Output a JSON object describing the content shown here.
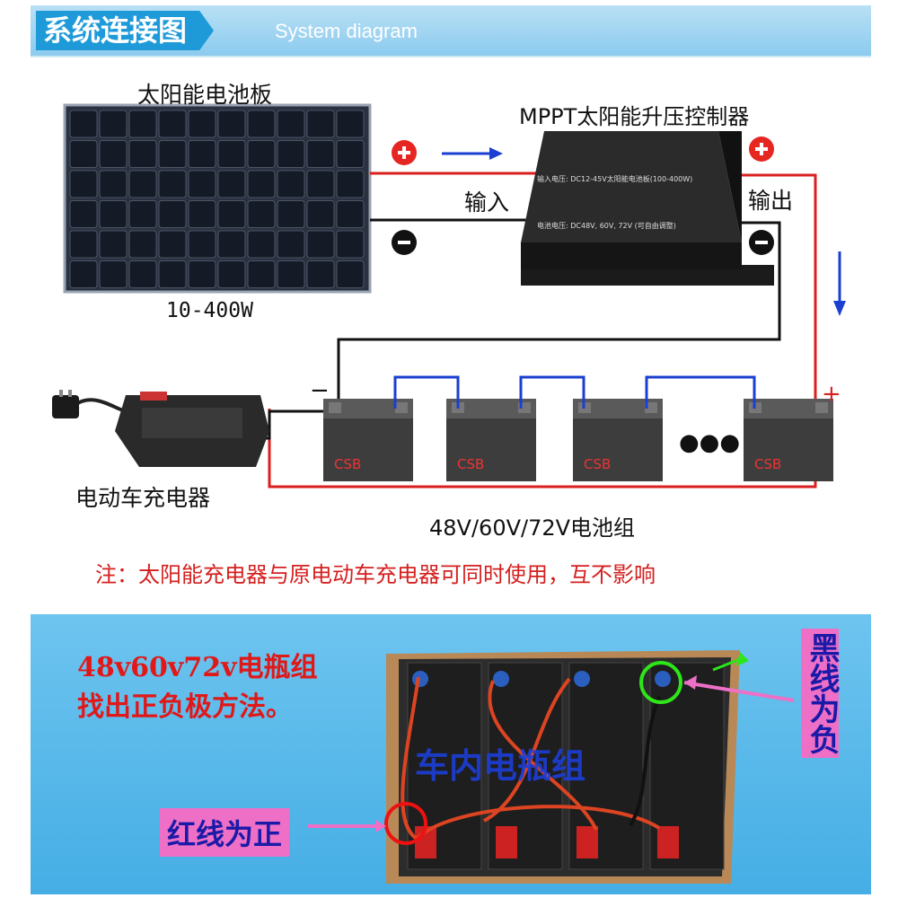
{
  "header": {
    "title": "系统连接图",
    "subtitle": "System diagram"
  },
  "diagram": {
    "solar_panel_label": "太阳能电池板",
    "solar_panel_power": "10-400W",
    "controller_label": "MPPT太阳能升压控制器",
    "controller_face_line1": "输入电压: DC12-45V太阳能电池板(100-400W)",
    "controller_face_line2": "电池电压: DC48V, 60V, 72V (可自由调整)",
    "input_label": "输入",
    "output_label": "输出",
    "charger_label": "电动车充电器",
    "battery_group_label": "48V/60V/72V电池组",
    "battery_brand": "CSB",
    "minus_sign": "−",
    "plus_sign": "+",
    "ellipsis": "●●●"
  },
  "note": "注：太阳能充电器与原电动车充电器可同时使用，互不影响",
  "lower": {
    "title_line1": "48v60v72v电瓶组",
    "title_line2": "找出正负极方法。",
    "center_label": "车内电瓶组",
    "black_wire_note": "黑线为负",
    "red_wire_note": "红线为正"
  },
  "colors": {
    "accent": "#1f9ad9",
    "red_wire": "#d9201f",
    "black_wire": "#111111",
    "blue_link": "#1b3fd1",
    "sign_bg": "#ee6fc6"
  }
}
